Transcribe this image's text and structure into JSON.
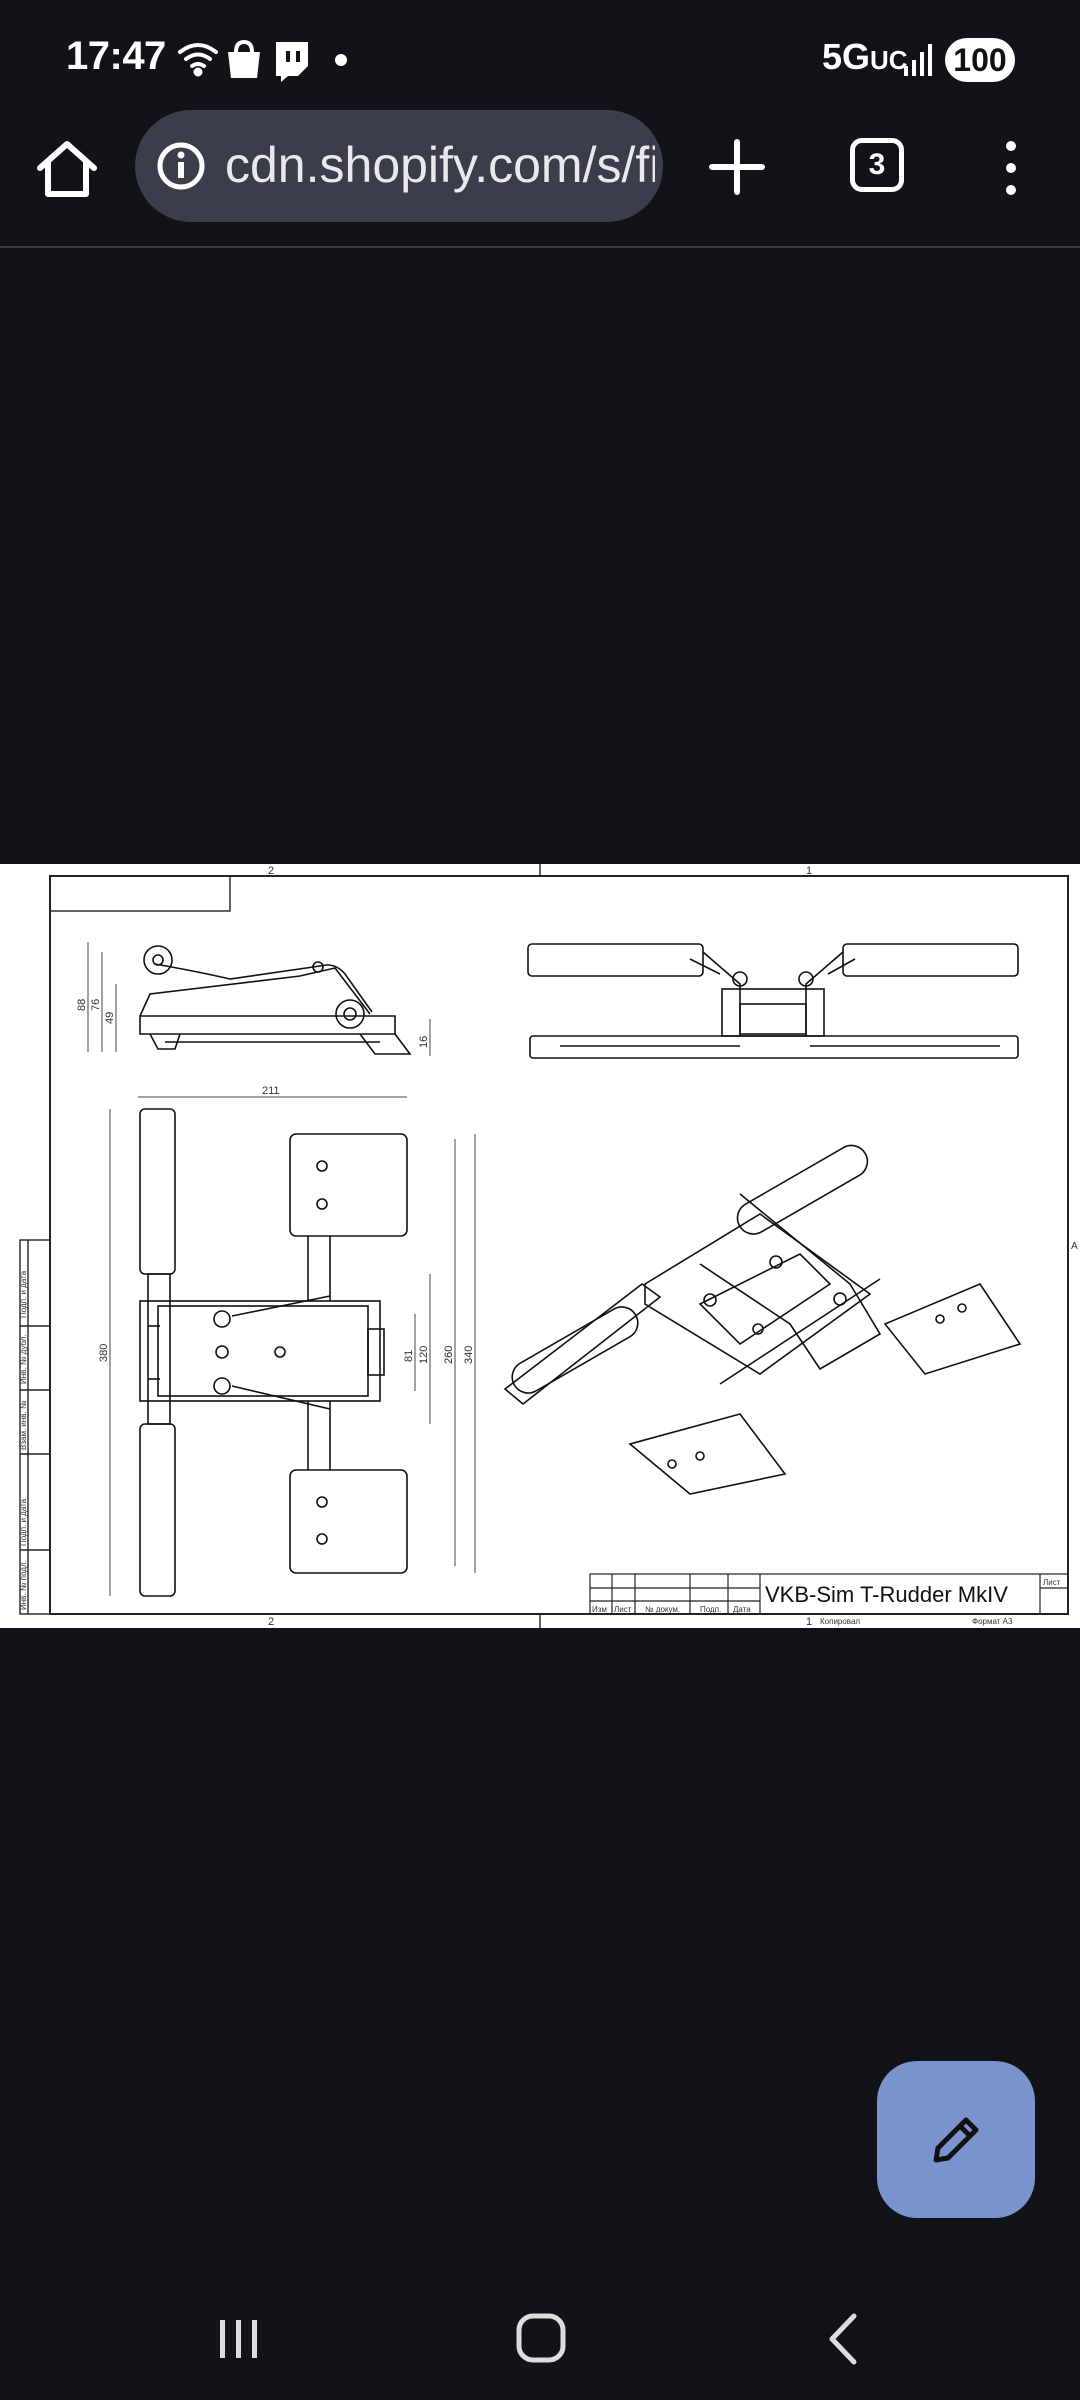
{
  "status_bar": {
    "time": "17:47",
    "network": "5G",
    "network_suffix": "UC",
    "battery": "100",
    "icons": [
      "wifi-icon",
      "shopping-bag-icon",
      "twitch-icon",
      "notification-dot-icon",
      "signal-icon"
    ]
  },
  "browser": {
    "url": "cdn.shopify.com/s/files",
    "tab_count": "3",
    "icons": [
      "home-icon",
      "info-icon",
      "new-tab-plus-icon",
      "tabs-icon",
      "more-menu-icon"
    ]
  },
  "drawing": {
    "title": "VKB-Sim T-Rudder MkIV",
    "zone_labels": [
      "2",
      "1",
      "2",
      "1"
    ],
    "side_zone": "A",
    "sheet_label": "Лист",
    "format_label": "Формат A3",
    "copied_label": "Копировал",
    "titleblock_headers": [
      "Изм",
      "Лист",
      "№ докум.",
      "Подп.",
      "Дата"
    ],
    "stamp_labels": [
      "Подп. и дата",
      "Инв. № дубл.",
      "Взам. инв. №",
      "Подп. и дата",
      "Инв. № подл."
    ],
    "dims": {
      "h88": "88",
      "h76": "76",
      "h49": "49",
      "h16": "16",
      "w211": "211",
      "h380": "380",
      "h81": "81",
      "h120": "120",
      "h260": "260",
      "h340": "340"
    }
  },
  "fab": {
    "icon": "edit-pencil-icon"
  },
  "nav": {
    "icons": [
      "recent-apps-icon",
      "home-button-icon",
      "back-icon"
    ]
  }
}
